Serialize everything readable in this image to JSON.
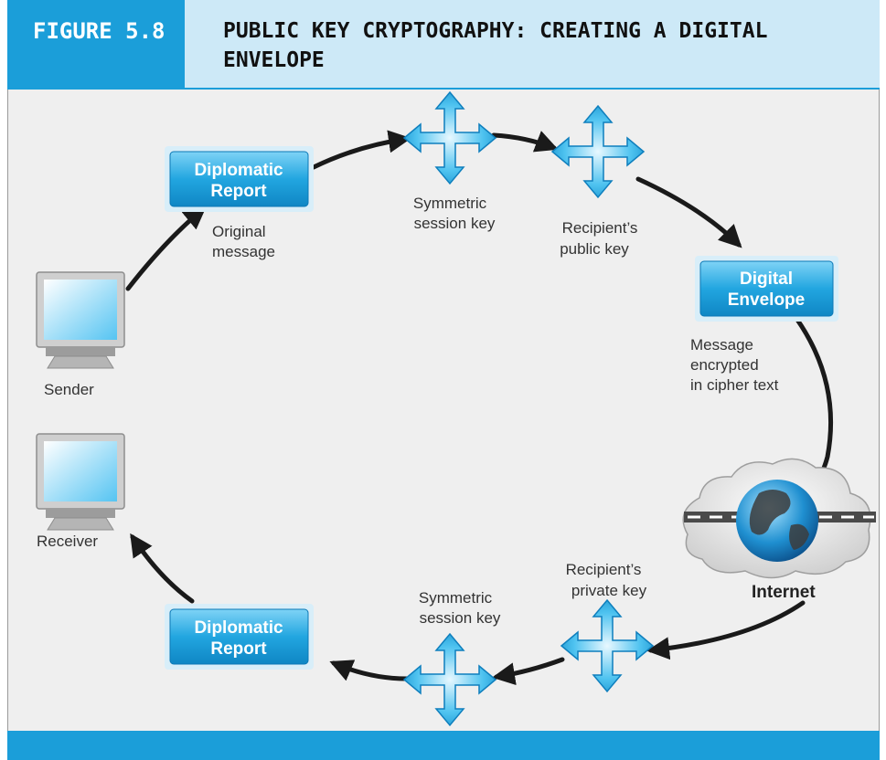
{
  "header": {
    "figure_label": "FIGURE 5.8",
    "title": "PUBLIC KEY CRYPTOGRAPHY: CREATING A DIGITAL ENVELOPE"
  },
  "nodes": {
    "original_report": {
      "line1": "Diplomatic",
      "line2": "Report",
      "caption1": "Original",
      "caption2": "message"
    },
    "session_key_top": {
      "caption1": "Symmetric",
      "caption2": "session key"
    },
    "public_key": {
      "caption1": "Recipient’s",
      "caption2": "public key"
    },
    "envelope": {
      "line1": "Digital",
      "line2": "Envelope",
      "caption1": "Message",
      "caption2": "encrypted",
      "caption3": "in cipher text"
    },
    "internet": {
      "caption": "Internet"
    },
    "private_key": {
      "caption1": "Recipient’s",
      "caption2": "private key"
    },
    "session_key_bottom": {
      "caption1": "Symmetric",
      "caption2": "session key"
    },
    "decrypted_report": {
      "line1": "Diplomatic",
      "line2": "Report"
    },
    "sender": {
      "caption": "Sender"
    },
    "receiver": {
      "caption": "Receiver"
    }
  },
  "colors": {
    "accent": "#1b9ed9",
    "title_bg": "#cde9f7",
    "box": "#1ea3df",
    "key": "#4fc3f0",
    "arrow": "#1a1a1a"
  }
}
